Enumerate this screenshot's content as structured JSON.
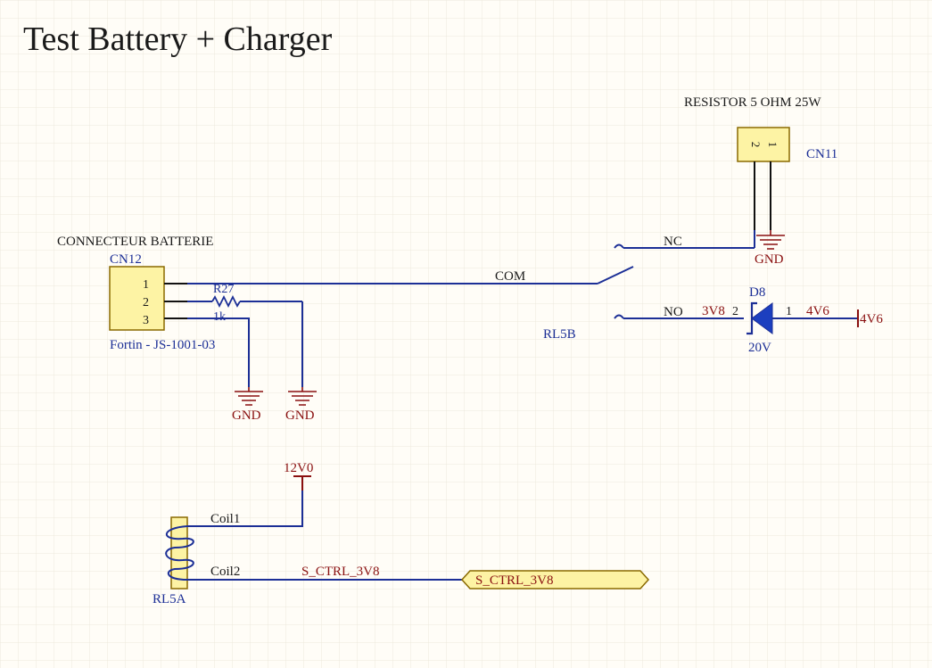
{
  "title": "Test Battery + Charger",
  "colors": {
    "background": "#fffdf7",
    "grid": "#ece9dc",
    "wire": "#1c2f96",
    "net_label": "#8a1010",
    "component_fill": "#fdf3a4",
    "component_stroke": "#8a6a00"
  },
  "cn11": {
    "note": "RESISTOR 5 OHM 25W",
    "designator": "CN11",
    "pin_a": "2",
    "pin_b": "1"
  },
  "cn12": {
    "note": "CONNECTEUR BATTERIE",
    "designator": "CN12",
    "part": "Fortin - JS-1001-03",
    "pins": [
      "1",
      "2",
      "3"
    ]
  },
  "r27": {
    "designator": "R27",
    "value": "1k"
  },
  "gnd_label": "GND",
  "relay_b": {
    "designator": "RL5B",
    "nc": "NC",
    "com": "COM",
    "no": "NO"
  },
  "d8": {
    "designator": "D8",
    "value": "20V",
    "pin_left": "2",
    "pin_right": "1"
  },
  "nets": {
    "v38": "3V8",
    "v46": "4V6",
    "v46_port": "4V6",
    "v12": "12V0",
    "s_ctrl": "S_CTRL_3V8"
  },
  "relay_a": {
    "designator": "RL5A",
    "coil1": "Coil1",
    "coil2": "Coil2"
  },
  "port": {
    "label": "S_CTRL_3V8"
  }
}
